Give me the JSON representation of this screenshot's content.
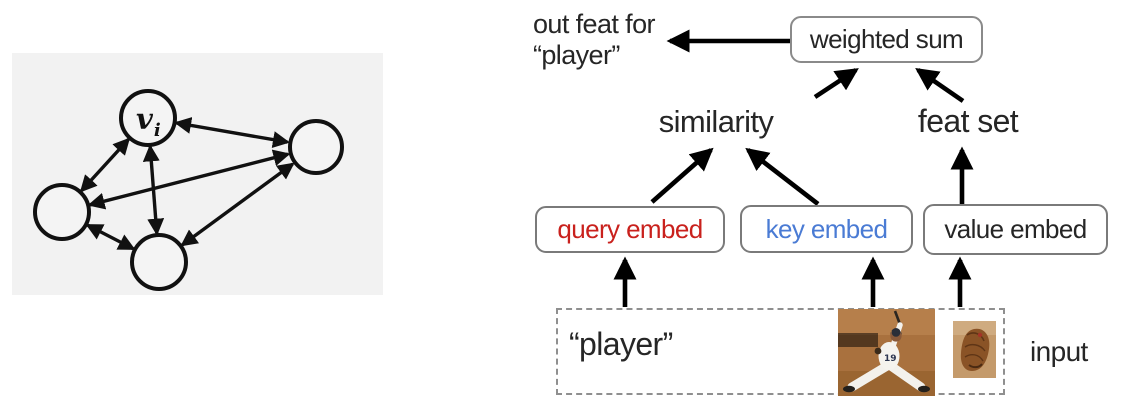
{
  "figure": {
    "description_left": "fully-connected graph over nodes",
    "description_right": "attention mechanism flow"
  },
  "graph_panel": {
    "node_label_main": "v",
    "node_label_sub": "i",
    "node_count": 4,
    "panel_bg": "#f2f2f2"
  },
  "attention": {
    "output_line1": "out feat for",
    "output_line2": "“player”",
    "weighted_sum": "weighted sum",
    "similarity": "similarity",
    "feat_set": "feat set",
    "query_box": "query embed",
    "key_box": "key embed",
    "value_box": "value embed",
    "input_token": "“player”",
    "input_label": "input",
    "images": {
      "player_photo": "baseball-player-photo",
      "glove_photo": "baseball-glove-photo"
    }
  },
  "colors": {
    "query_text": "#c9211d",
    "key_text": "#4a7bd4",
    "value_text": "#262626",
    "text": "#262626",
    "arrow": "#000000",
    "solid_box_border": "#7a7a7a",
    "dashed_box_border": "#8f8f8f",
    "panel_bg": "#f2f2f2"
  }
}
